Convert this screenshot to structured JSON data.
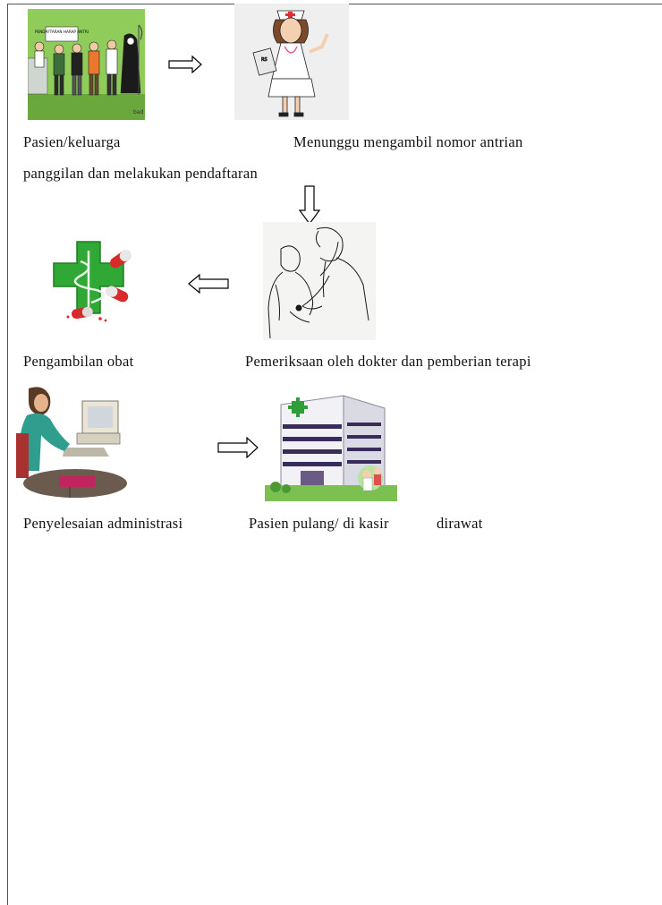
{
  "steps": {
    "registration": {
      "label": "Pasien/keluarga",
      "sign_text": "PENDAFTARAN HARAP ANTRI"
    },
    "waiting": {
      "label": "Menunggu mengambil nomor antrian",
      "clipboard_text": "RS"
    },
    "call": {
      "label": "panggilan dan melakukan pendaftaran"
    },
    "examination": {
      "label": "Pemeriksaan oleh dokter dan pemberian terapi"
    },
    "medicine": {
      "label": "Pengambilan obat"
    },
    "administration": {
      "label": "Penyelesaian administrasi"
    },
    "discharge": {
      "label_a": "Pasien pulang/ di kasir",
      "label_b": "dirawat"
    }
  },
  "colors": {
    "arrow_stroke": "#000000",
    "arrow_fill": "#ffffff",
    "pharmacy_cross": "#2fa836",
    "pill_red": "#d82a2a"
  },
  "icons": [
    "queue-cartoon-icon",
    "nurse-icon",
    "doctor-stethoscope-icon",
    "pharmacy-cross-icon",
    "office-worker-computer-icon",
    "hospital-building-icon"
  ]
}
